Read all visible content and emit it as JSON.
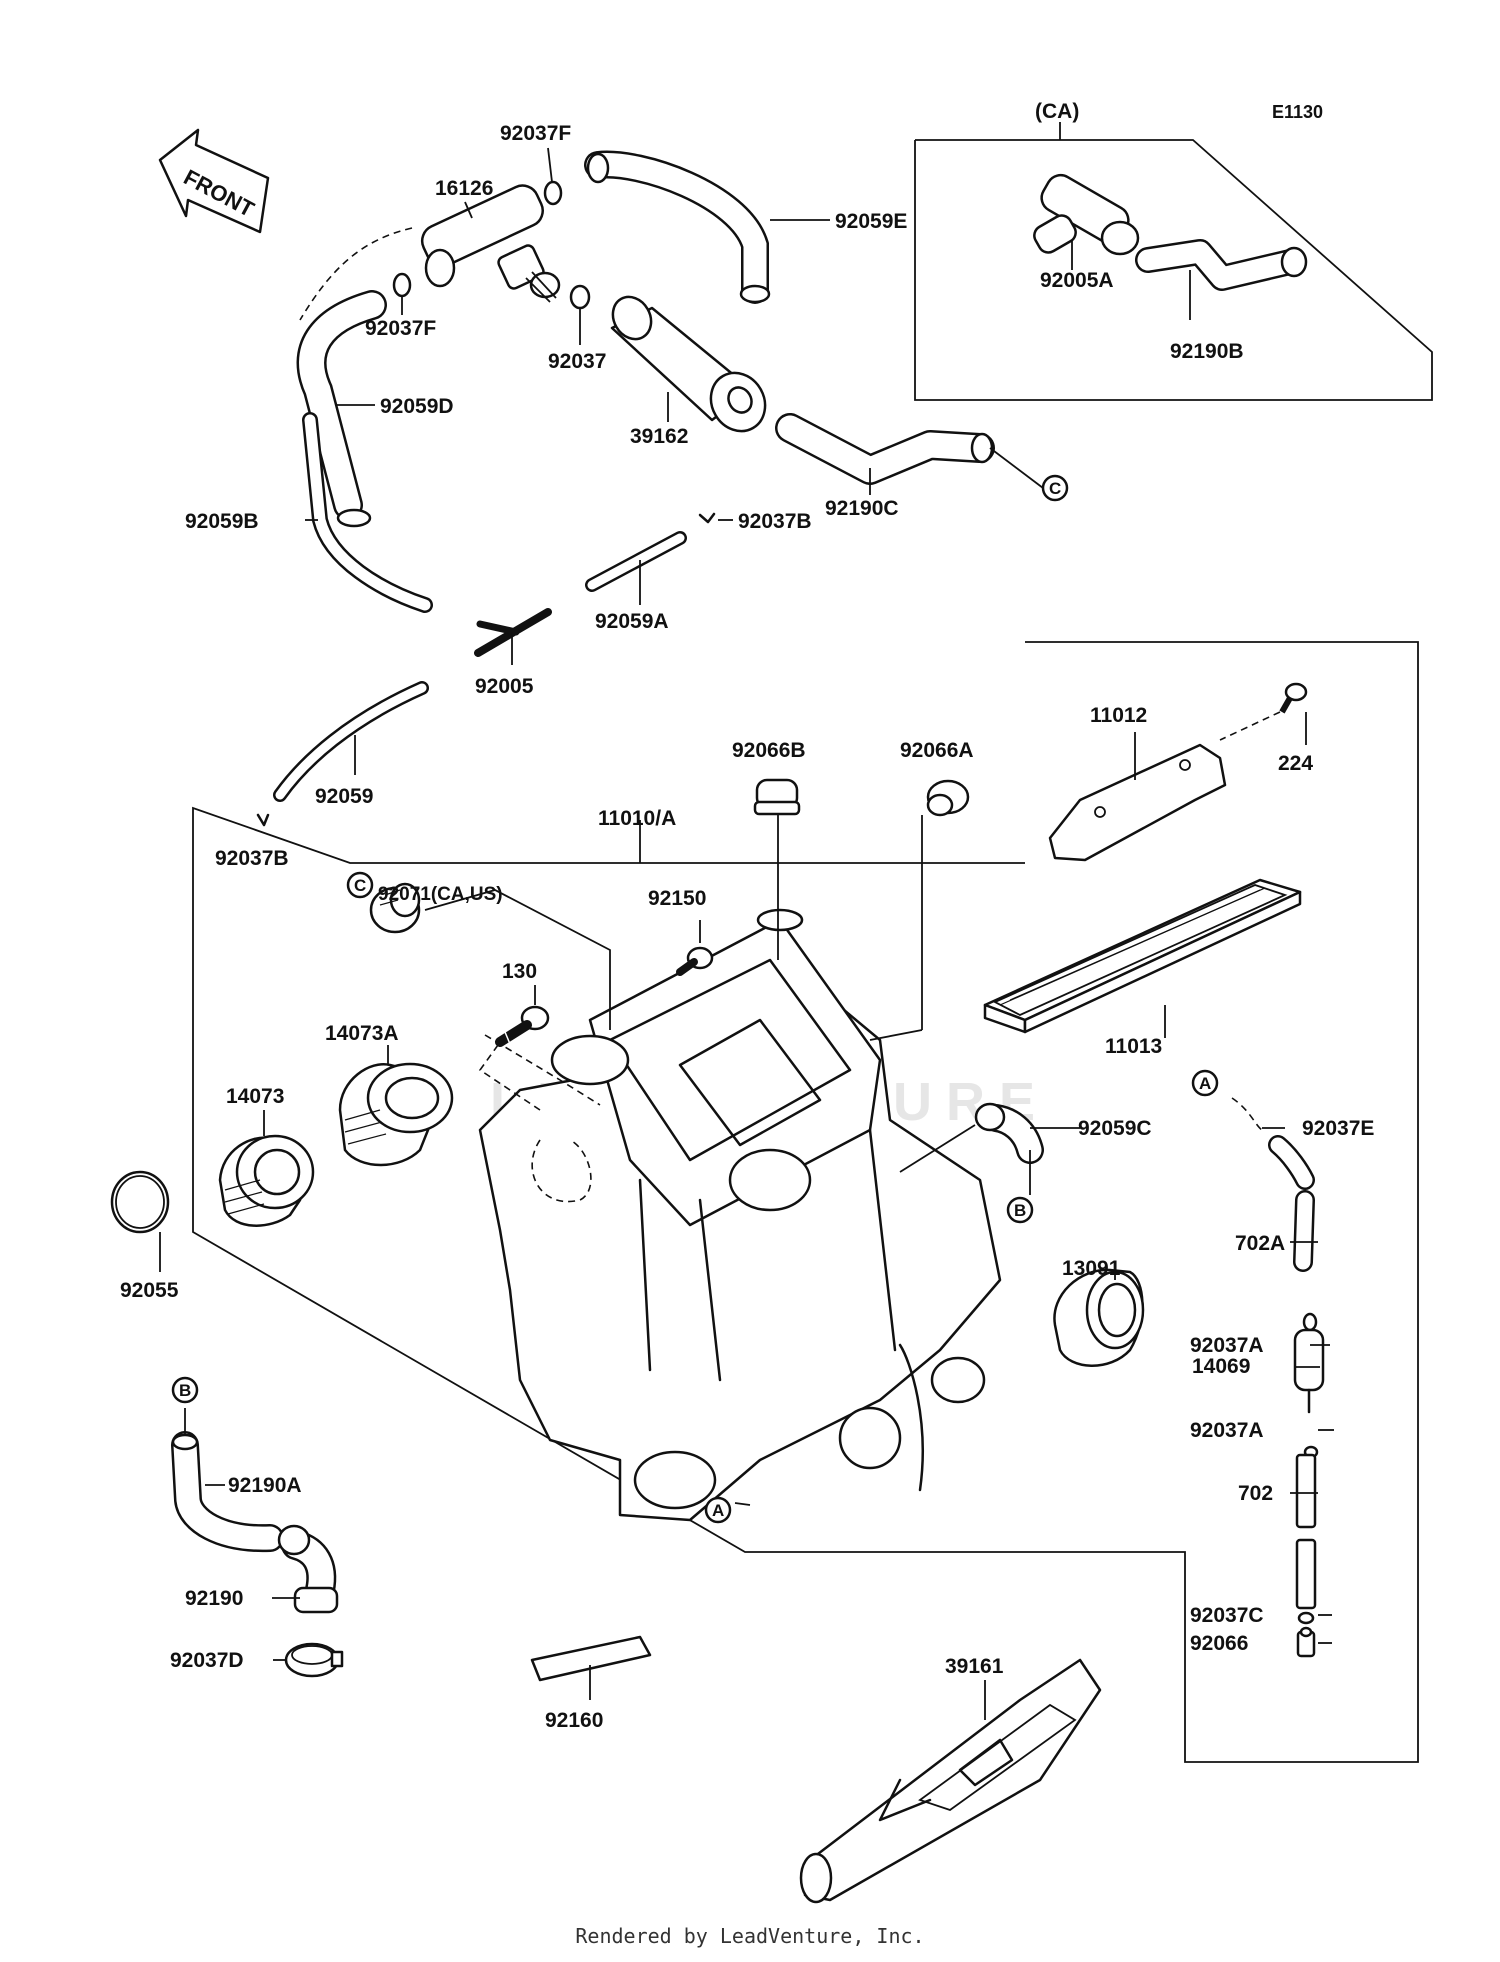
{
  "diagram_code": "E1130",
  "front_label": "FRONT",
  "variant_box_label": "(CA)",
  "watermark": "LEADVENTURE",
  "parts": [
    {
      "id": "p16126",
      "number": "16126"
    },
    {
      "id": "p92037f_top",
      "number": "92037F"
    },
    {
      "id": "p92059e",
      "number": "92059E"
    },
    {
      "id": "p92037f_mid",
      "number": "92037F"
    },
    {
      "id": "p92037",
      "number": "92037"
    },
    {
      "id": "p92059d",
      "number": "92059D"
    },
    {
      "id": "p39162",
      "number": "39162"
    },
    {
      "id": "p92190c",
      "number": "92190C"
    },
    {
      "id": "p92059b",
      "number": "92059B"
    },
    {
      "id": "p92037b_top",
      "number": "92037B"
    },
    {
      "id": "p92059a",
      "number": "92059A"
    },
    {
      "id": "p92005",
      "number": "92005"
    },
    {
      "id": "p92059",
      "number": "92059"
    },
    {
      "id": "p92037b_bot",
      "number": "92037B"
    },
    {
      "id": "p92005a",
      "number": "92005A"
    },
    {
      "id": "p92190b",
      "number": "92190B"
    },
    {
      "id": "p11012",
      "number": "11012"
    },
    {
      "id": "p224",
      "number": "224"
    },
    {
      "id": "p92066b",
      "number": "92066B"
    },
    {
      "id": "p92066a",
      "number": "92066A"
    },
    {
      "id": "p11010a",
      "number": "11010/A"
    },
    {
      "id": "p92071",
      "number": "92071(CA,US)"
    },
    {
      "id": "p92150",
      "number": "92150"
    },
    {
      "id": "p130",
      "number": "130"
    },
    {
      "id": "p14073a",
      "number": "14073A"
    },
    {
      "id": "p14073",
      "number": "14073"
    },
    {
      "id": "p11013",
      "number": "11013"
    },
    {
      "id": "p92037e",
      "number": "92037E"
    },
    {
      "id": "p92059c",
      "number": "92059C"
    },
    {
      "id": "p702a",
      "number": "702A"
    },
    {
      "id": "p13091",
      "number": "13091"
    },
    {
      "id": "p92055",
      "number": "92055"
    },
    {
      "id": "p92037a_top",
      "number": "92037A"
    },
    {
      "id": "p14069",
      "number": "14069"
    },
    {
      "id": "p92037a_bot",
      "number": "92037A"
    },
    {
      "id": "p92190a",
      "number": "92190A"
    },
    {
      "id": "p702",
      "number": "702"
    },
    {
      "id": "p92190",
      "number": "92190"
    },
    {
      "id": "p92037c",
      "number": "92037C"
    },
    {
      "id": "p92066",
      "number": "92066"
    },
    {
      "id": "p92037d",
      "number": "92037D"
    },
    {
      "id": "p39161",
      "number": "39161"
    },
    {
      "id": "p92160",
      "number": "92160"
    }
  ],
  "reference_markers": [
    {
      "id": "ref_c_right",
      "letter": "C"
    },
    {
      "id": "ref_c_left",
      "letter": "C"
    },
    {
      "id": "ref_a_right",
      "letter": "A"
    },
    {
      "id": "ref_b_right",
      "letter": "B"
    },
    {
      "id": "ref_b_left",
      "letter": "B"
    },
    {
      "id": "ref_a_bottom",
      "letter": "A"
    }
  ],
  "footer": "Rendered by LeadVenture, Inc."
}
